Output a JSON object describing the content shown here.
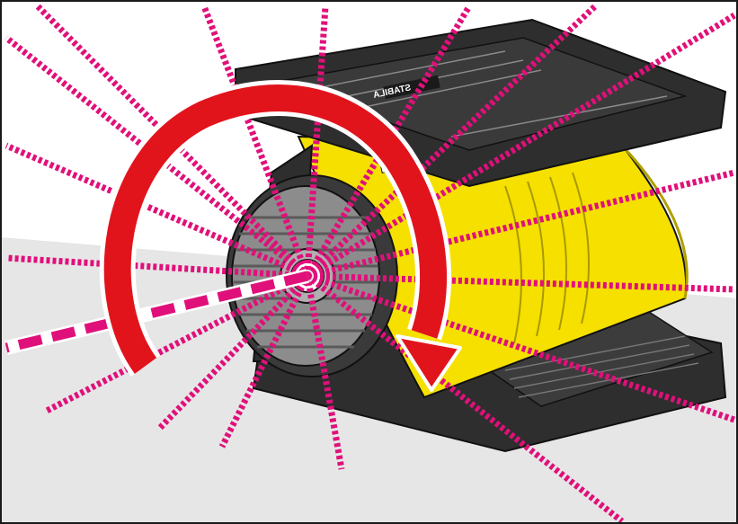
{
  "illustration": {
    "device_label": "STABILA",
    "colors": {
      "laser_beam": "#e0107a",
      "rotation_arrow": "#e1141c",
      "housing_yellow": "#f5e000",
      "housing_dark": "#2e2e2e",
      "background_floor": "#e6e6e6"
    },
    "icons": [
      "rotation-arrow-icon",
      "laser-beam"
    ],
    "rotation_direction": "clockwise"
  }
}
